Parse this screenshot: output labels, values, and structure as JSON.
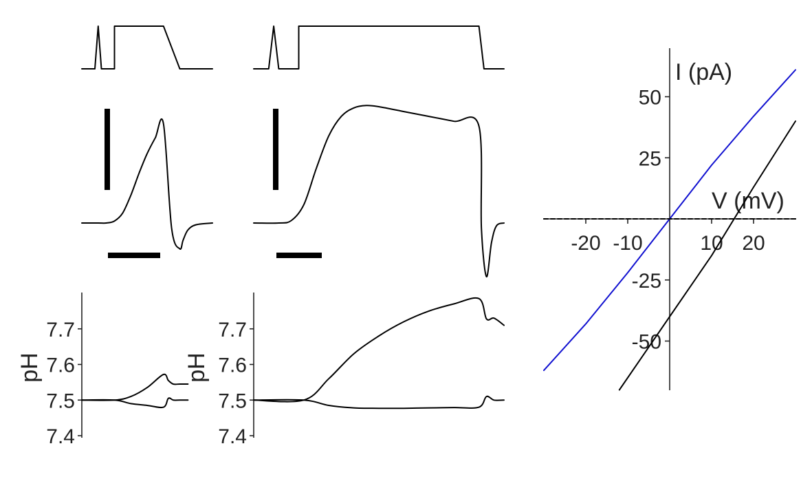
{
  "chart_data": [
    {
      "type": "line",
      "panel": "protocol-short",
      "series": [
        {
          "x": [
            0,
            0.08,
            0.1,
            0.12,
            0.2,
            0.2,
            0.5,
            0.6,
            0.8
          ],
          "y": [
            0,
            0,
            1,
            0,
            0,
            1,
            1,
            0,
            0
          ]
        }
      ]
    },
    {
      "type": "line",
      "panel": "current-short",
      "series": [
        {
          "x": [
            0,
            0.1,
            0.15,
            0.2,
            0.25,
            0.3,
            0.35,
            0.4,
            0.45,
            0.5,
            0.55,
            0.6,
            0.62,
            0.65,
            0.7,
            0.8
          ],
          "y": [
            0,
            0,
            0,
            0.02,
            0.1,
            0.28,
            0.5,
            0.7,
            0.86,
            1.0,
            -0.15,
            -0.75,
            -0.5,
            -0.2,
            -0.05,
            0
          ]
        }
      ]
    },
    {
      "type": "line",
      "panel": "ph-short",
      "y_ticks": [
        "7.4",
        "7.5",
        "7.6",
        "7.7"
      ],
      "ylabel": "pH",
      "ylim": [
        7.4,
        7.8
      ],
      "series": [
        {
          "x": [
            0,
            0.2,
            0.3,
            0.4,
            0.5,
            0.53,
            0.56,
            0.6,
            0.65
          ],
          "y": [
            7.5,
            7.5,
            7.51,
            7.535,
            7.572,
            7.555,
            7.545,
            7.545,
            7.545
          ]
        },
        {
          "x": [
            0,
            0.2,
            0.3,
            0.4,
            0.5,
            0.53,
            0.56,
            0.6,
            0.65
          ],
          "y": [
            7.5,
            7.5,
            7.49,
            7.485,
            7.48,
            7.505,
            7.5,
            7.5,
            7.5
          ]
        }
      ]
    },
    {
      "type": "line",
      "panel": "protocol-long",
      "series": [
        {
          "x": [
            0,
            0.06,
            0.08,
            0.1,
            0.18,
            0.18,
            0.9,
            0.92,
            1.0
          ],
          "y": [
            0,
            0,
            1,
            0,
            0,
            1,
            1,
            0,
            0
          ]
        }
      ]
    },
    {
      "type": "line",
      "panel": "current-long",
      "series": [
        {
          "x": [
            0,
            0.1,
            0.15,
            0.2,
            0.25,
            0.3,
            0.35,
            0.4,
            0.45,
            0.5,
            0.6,
            0.7,
            0.8,
            0.9,
            0.91,
            0.93,
            0.95,
            0.97,
            1.0
          ],
          "y": [
            0,
            0,
            0.02,
            0.15,
            0.45,
            0.72,
            0.88,
            0.95,
            0.97,
            0.96,
            0.92,
            0.88,
            0.84,
            0.8,
            -0.1,
            -0.95,
            -0.35,
            -0.05,
            0
          ]
        }
      ]
    },
    {
      "type": "line",
      "panel": "ph-long",
      "y_ticks": [
        "7.4",
        "7.5",
        "7.6",
        "7.7"
      ],
      "ylabel": "pH",
      "ylim": [
        7.4,
        7.8
      ],
      "series": [
        {
          "x": [
            0,
            0.2,
            0.3,
            0.4,
            0.5,
            0.6,
            0.7,
            0.8,
            0.9,
            0.93,
            0.96,
            1.0
          ],
          "y": [
            7.5,
            7.5,
            7.56,
            7.63,
            7.68,
            7.72,
            7.75,
            7.77,
            7.785,
            7.728,
            7.73,
            7.71
          ]
        },
        {
          "x": [
            0,
            0.2,
            0.3,
            0.4,
            0.5,
            0.6,
            0.7,
            0.8,
            0.9,
            0.93,
            0.96,
            1.0
          ],
          "y": [
            7.5,
            7.5,
            7.485,
            7.478,
            7.477,
            7.477,
            7.478,
            7.479,
            7.48,
            7.51,
            7.5,
            7.5
          ]
        }
      ]
    },
    {
      "type": "line",
      "panel": "iv-curve",
      "xlabel": "V (mV)",
      "ylabel": "I (pA)",
      "x_ticks": [
        "-20",
        "-10",
        "10",
        "20"
      ],
      "x_tick_values": [
        -20,
        -10,
        10,
        20
      ],
      "y_ticks": [
        "-50",
        "-25",
        "25",
        "50"
      ],
      "y_tick_values": [
        -50,
        -25,
        25,
        50
      ],
      "xlim": [
        -30,
        30
      ],
      "ylim": [
        -70,
        70
      ],
      "series": [
        {
          "color": "#1010d0",
          "x": [
            -30,
            -20,
            -10,
            0,
            10,
            20,
            30
          ],
          "y": [
            -62,
            -43,
            -22,
            0,
            22,
            42,
            61
          ]
        },
        {
          "color": "#000000",
          "x": [
            -12,
            0,
            10,
            20,
            30
          ],
          "y": [
            -70,
            -40,
            -15,
            13,
            40
          ]
        },
        {
          "color": "#000000",
          "dashed": true,
          "x": [
            -30,
            30
          ],
          "y": [
            0,
            0
          ]
        }
      ]
    }
  ]
}
